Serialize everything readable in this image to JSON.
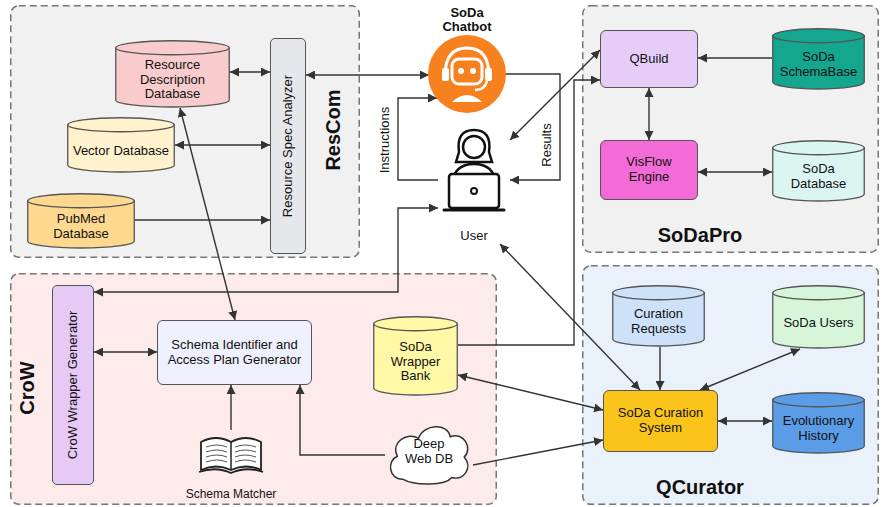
{
  "diagram": {
    "nodes": [
      {
        "text": [
          "ResCom"
        ]
      },
      {
        "text": [
          "Resource Description Database"
        ],
        "in": 0
      },
      {
        "text": [
          "Vector Database"
        ],
        "in": 0
      },
      {
        "text": [
          "PubMed Database"
        ],
        "in": 0
      },
      {
        "text": [
          "Resource Spec Analyzer"
        ],
        "in": 0
      },
      {
        "text": [
          "SoDa Chatbot"
        ]
      },
      {
        "text": [
          "User"
        ]
      },
      {
        "text": [
          "SoDaPro"
        ]
      },
      {
        "text": [
          "QBuild"
        ],
        "in": 7
      },
      {
        "text": [
          "SoDa SchemaBase"
        ],
        "in": 7
      },
      {
        "text": [
          "VisFlow Engine"
        ],
        "in": 7
      },
      {
        "text": [
          "SoDa Database"
        ],
        "in": 7
      },
      {
        "text": [
          "CroW"
        ]
      },
      {
        "text": [
          "CroW Wrapper Generator"
        ],
        "in": 12
      },
      {
        "text": [
          "Schema Identifier and Access Plan Generator"
        ],
        "in": 12
      },
      {
        "text": [
          "SoDa Wrapper Bank"
        ],
        "in": 12
      },
      {
        "text": [
          "Deep Web DB"
        ],
        "in": 12
      },
      {
        "text": [
          "Schema Matcher"
        ],
        "in": 12
      },
      {
        "text": [
          "QCurator"
        ]
      },
      {
        "text": [
          "Curation Requests"
        ],
        "in": 18
      },
      {
        "text": [
          "SoDa Users"
        ],
        "in": 18
      },
      {
        "text": [
          "SoDa Curation System"
        ],
        "in": 18
      },
      {
        "text": [
          "Evolutionary History"
        ],
        "in": 18
      }
    ],
    "edges": [
      {
        "from": 1,
        "to": 4,
        "arrow": "both"
      },
      {
        "from": 2,
        "to": 4,
        "arrow": "both"
      },
      {
        "from": 3,
        "to": 4,
        "arrow": "to"
      },
      {
        "from": 4,
        "to": 5,
        "arrow": "both"
      },
      {
        "from": 6,
        "to": 5,
        "arrow": "to",
        "label": "Instructions"
      },
      {
        "from": 5,
        "to": 6,
        "arrow": "to",
        "label": "Results"
      },
      {
        "from": 6,
        "to": 8,
        "arrow": "both"
      },
      {
        "from": 15,
        "to": 8,
        "arrow": "to"
      },
      {
        "from": 9,
        "to": 8,
        "arrow": "to"
      },
      {
        "from": 8,
        "to": 10,
        "arrow": "both"
      },
      {
        "from": 10,
        "to": 11,
        "arrow": "both"
      },
      {
        "from": 6,
        "to": 13,
        "arrow": "both"
      },
      {
        "from": 13,
        "to": 14,
        "arrow": "both"
      },
      {
        "from": 1,
        "to": 14,
        "arrow": "both"
      },
      {
        "from": 17,
        "to": 14,
        "arrow": "to"
      },
      {
        "from": 16,
        "to": 14,
        "arrow": "to"
      },
      {
        "from": 6,
        "to": 21,
        "arrow": "both"
      },
      {
        "from": 15,
        "to": 21,
        "arrow": "both"
      },
      {
        "from": 16,
        "to": 21,
        "arrow": "to"
      },
      {
        "from": 19,
        "to": 21,
        "arrow": "to"
      },
      {
        "from": 21,
        "to": 20,
        "arrow": "both"
      },
      {
        "from": 21,
        "to": 22,
        "arrow": "both"
      }
    ]
  }
}
